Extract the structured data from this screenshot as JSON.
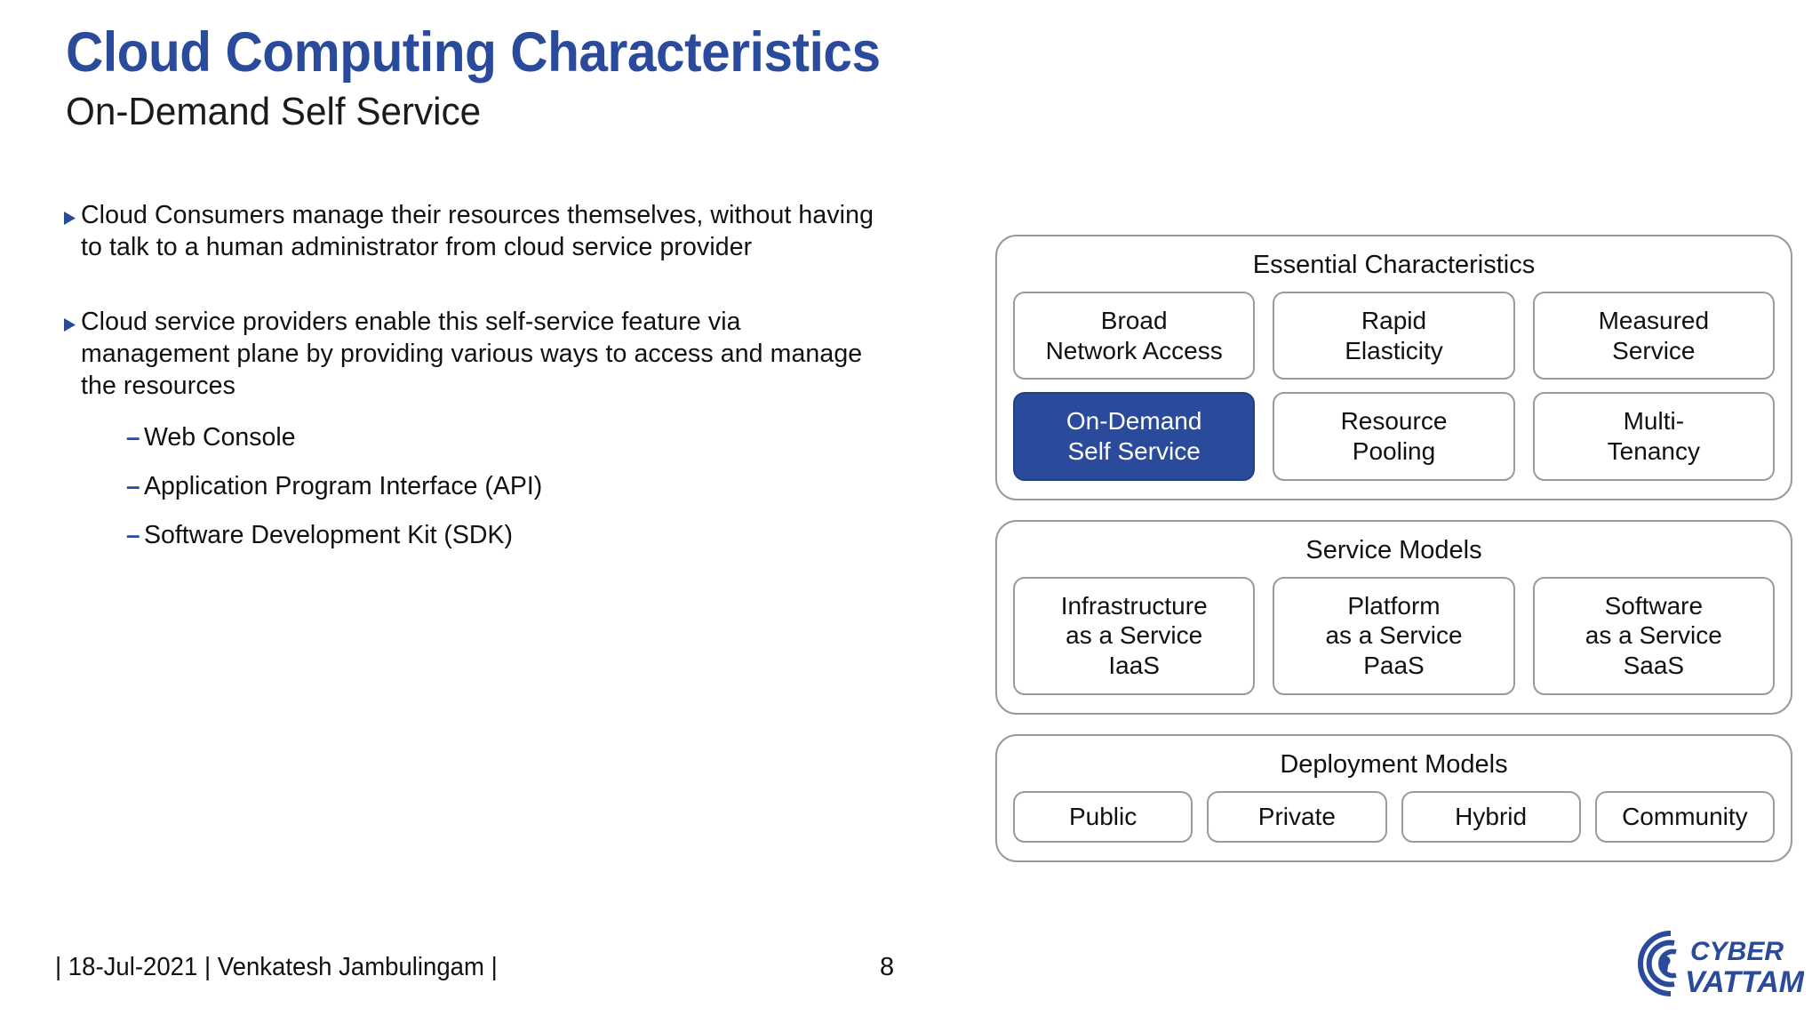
{
  "header": {
    "title": "Cloud Computing Characteristics",
    "subtitle": "On-Demand Self Service"
  },
  "body": {
    "bullets": [
      {
        "text": "Cloud Consumers manage their resources themselves, without having to talk to a human administrator from cloud service provider"
      },
      {
        "text": "Cloud service providers enable this self-service feature via management plane by providing various ways to access and manage the resources",
        "sub_items": [
          "Web Console",
          "Application Program Interface (API)",
          "Software Development Kit (SDK)"
        ]
      }
    ],
    "bullet_glyph": "triangle-right",
    "sub_glyph": "en-dash"
  },
  "diagram": {
    "panels": [
      {
        "title": "Essential Characteristics",
        "rows": [
          [
            {
              "label": "Broad\nNetwork Access",
              "highlighted": false
            },
            {
              "label": "Rapid\nElasticity",
              "highlighted": false
            },
            {
              "label": "Measured\nService",
              "highlighted": false
            }
          ],
          [
            {
              "label": "On-Demand\nSelf Service",
              "highlighted": true
            },
            {
              "label": "Resource\nPooling",
              "highlighted": false
            },
            {
              "label": "Multi-\nTenancy",
              "highlighted": false
            }
          ]
        ]
      },
      {
        "title": "Service Models",
        "rows": [
          [
            {
              "label": "Infrastructure\nas a Service\nIaaS",
              "highlighted": false
            },
            {
              "label": "Platform\nas a Service\nPaaS",
              "highlighted": false
            },
            {
              "label": "Software\nas a Service\nSaaS",
              "highlighted": false
            }
          ]
        ]
      },
      {
        "title": "Deployment Models",
        "rows": [
          [
            {
              "label": "Public",
              "highlighted": false
            },
            {
              "label": "Private",
              "highlighted": false
            },
            {
              "label": "Hybrid",
              "highlighted": false
            },
            {
              "label": "Community",
              "highlighted": false
            }
          ]
        ]
      }
    ]
  },
  "footer": {
    "meta": "| 18-Jul-2021 | Venkatesh Jambulingam |",
    "page_number": "8",
    "logo": {
      "line1": "CYBER",
      "line2": "VATTAM"
    }
  },
  "colors": {
    "title_blue": "#2a4a9c",
    "highlight_bg": "#2a4a9c",
    "highlight_text": "#ffffff",
    "card_border": "#9a9a9a",
    "body_text": "#111111",
    "logo_blue": "#2a4a9c"
  }
}
